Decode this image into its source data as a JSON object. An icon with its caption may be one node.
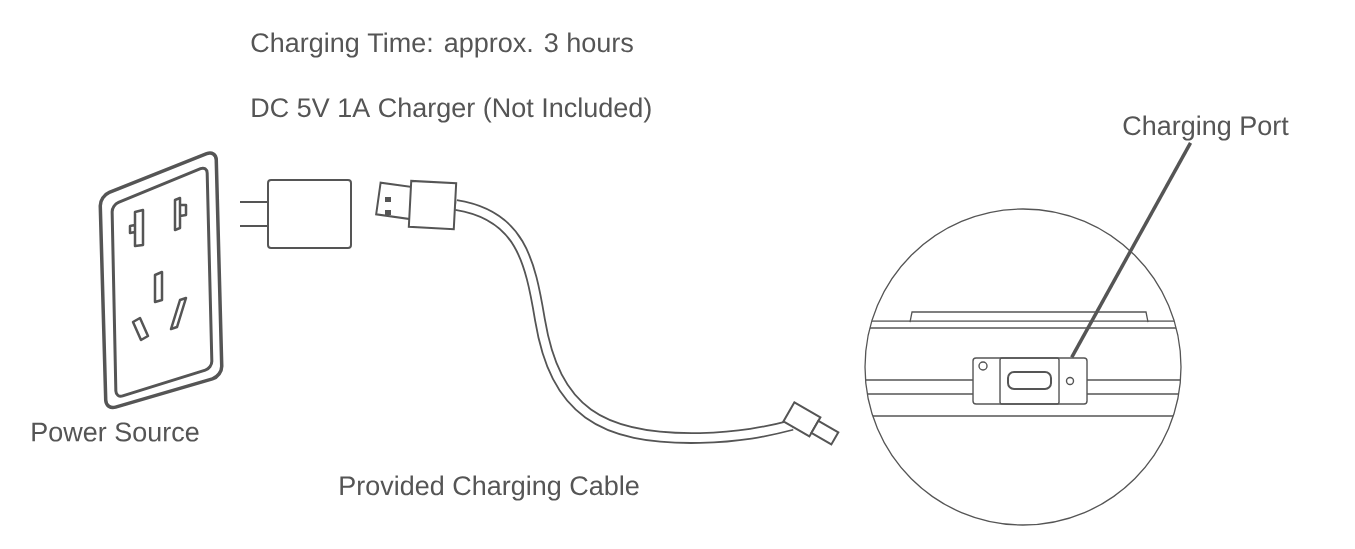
{
  "diagram": {
    "nodes": [
      {
        "text": [
          "Charging Port"
        ]
      },
      {
        "text": [],
        "shape": "box"
      }
    ],
    "edges": [
      {
        "from": 0,
        "to": 1,
        "arrow": "none"
      }
    ],
    "labels": [
      "Charging Time: approx. 3 hours",
      "DC 5V 1A Charger (Not Included)",
      "Power Source",
      "Provided Charging Cable"
    ]
  }
}
